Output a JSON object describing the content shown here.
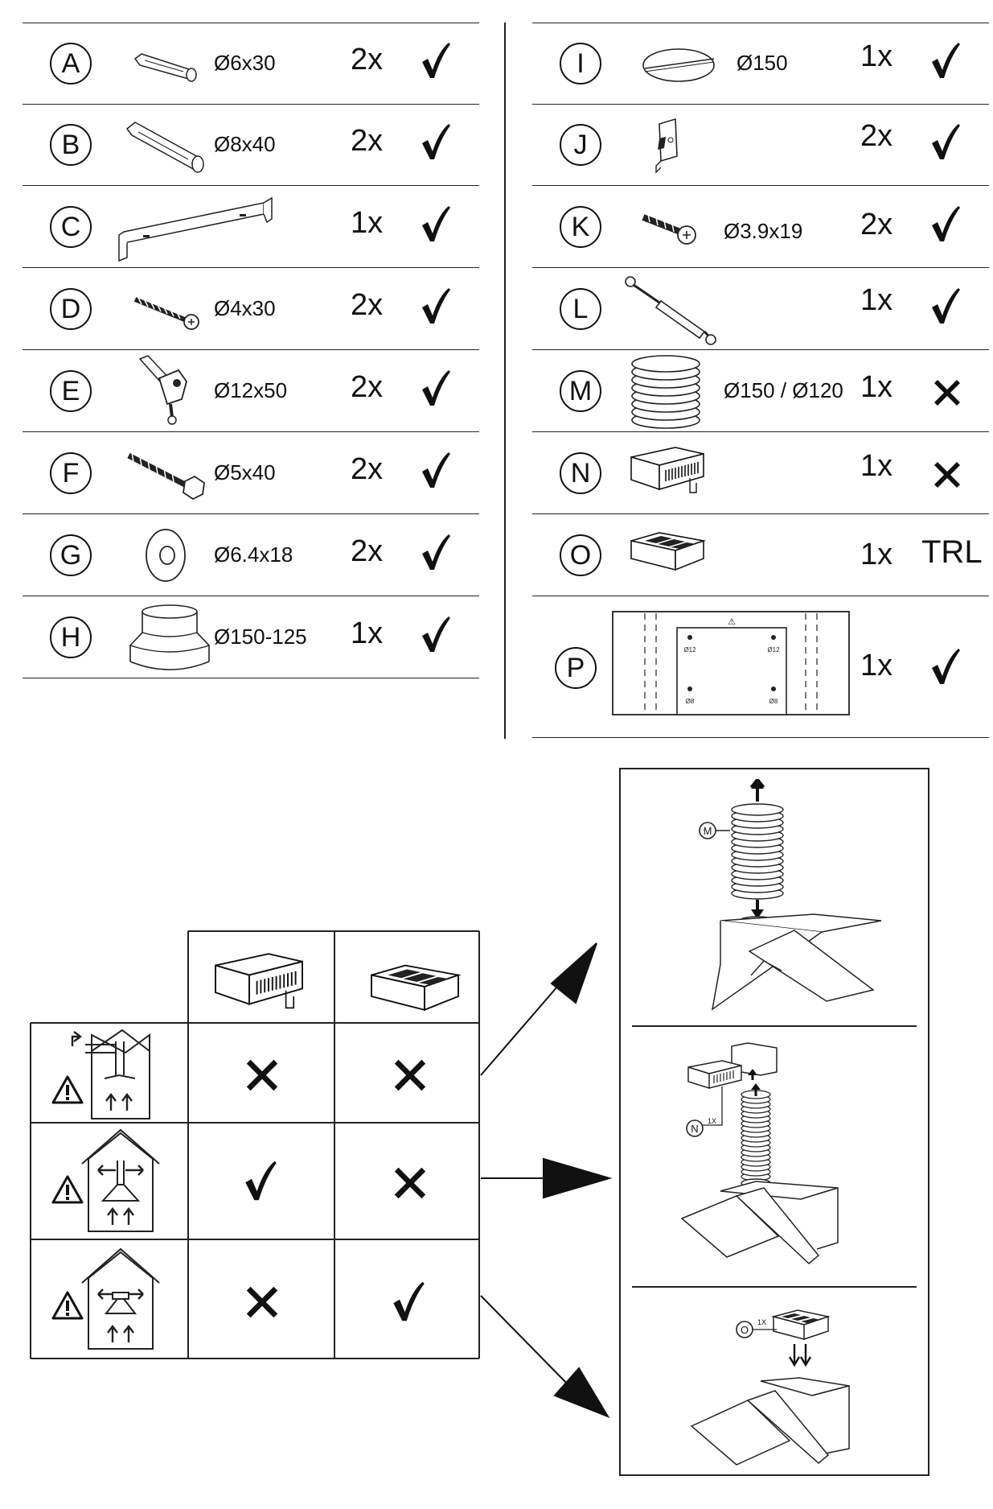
{
  "parts_left": [
    {
      "letter": "A",
      "icon": "wall-plug-small-icon",
      "dimension": "Ø6x30",
      "quantity": "2x",
      "status": "included"
    },
    {
      "letter": "B",
      "icon": "wall-plug-large-icon",
      "dimension": "Ø8x40",
      "quantity": "2x",
      "status": "included"
    },
    {
      "letter": "C",
      "icon": "mounting-bracket-icon",
      "dimension": "",
      "quantity": "1x",
      "status": "included"
    },
    {
      "letter": "D",
      "icon": "screw-icon",
      "dimension": "Ø4x30",
      "quantity": "2x",
      "status": "included"
    },
    {
      "letter": "E",
      "icon": "anchor-hook-icon",
      "dimension": "Ø12x50",
      "quantity": "2x",
      "status": "included"
    },
    {
      "letter": "F",
      "icon": "hex-lag-screw-icon",
      "dimension": "Ø5x40",
      "quantity": "2x",
      "status": "included"
    },
    {
      "letter": "G",
      "icon": "washer-icon",
      "dimension": "Ø6.4x18",
      "quantity": "2x",
      "status": "included"
    },
    {
      "letter": "H",
      "icon": "duct-adapter-icon",
      "dimension": "Ø150-125",
      "quantity": "1x",
      "status": "included"
    }
  ],
  "parts_right": [
    {
      "letter": "I",
      "icon": "flap-disc-icon",
      "dimension": "Ø150",
      "quantity": "1x",
      "status": "included"
    },
    {
      "letter": "J",
      "icon": "clip-icon",
      "dimension": "",
      "quantity": "2x",
      "status": "included"
    },
    {
      "letter": "K",
      "icon": "small-screw-icon",
      "dimension": "Ø3.9x19",
      "quantity": "2x",
      "status": "included"
    },
    {
      "letter": "L",
      "icon": "gas-strut-icon",
      "dimension": "",
      "quantity": "1x",
      "status": "included"
    },
    {
      "letter": "M",
      "icon": "flexible-duct-icon",
      "dimension": "Ø150 / Ø120",
      "quantity": "1x",
      "status": "not-included"
    },
    {
      "letter": "N",
      "icon": "carbon-filter-box-icon",
      "dimension": "",
      "quantity": "1x",
      "status": "not-included"
    },
    {
      "letter": "O",
      "icon": "recirculation-filter-icon",
      "dimension": "",
      "quantity": "1x",
      "status": "TRL"
    },
    {
      "letter": "P",
      "icon": "drilling-template-icon",
      "dimension": "",
      "quantity": "1x",
      "status": "included",
      "template": {
        "warning": "⚠",
        "holes_top": "Ø12",
        "holes_bottom": "Ø8"
      }
    }
  ],
  "config_table": {
    "column_icons": [
      "carbon-filter-box-icon",
      "recirculation-filter-icon"
    ],
    "rows": [
      {
        "icon": "ducted-exhaust-house-icon",
        "warning": "⚠",
        "cells": [
          "not-included",
          "not-included"
        ]
      },
      {
        "icon": "recirculation-house-icon",
        "warning": "⚠",
        "cells": [
          "included",
          "not-included"
        ]
      },
      {
        "icon": "recirculation-filter-house-icon",
        "warning": "⚠",
        "cells": [
          "not-included",
          "included"
        ]
      }
    ]
  },
  "installation_panels": [
    {
      "icon": "hood-ducted-install-icon",
      "callout": "M",
      "count": ""
    },
    {
      "icon": "hood-filter-n-install-icon",
      "callout": "N",
      "count": "1X"
    },
    {
      "icon": "hood-filter-o-install-icon",
      "callout": "O",
      "count": "1X"
    }
  ],
  "colors": {
    "ink": "#111111",
    "background": "#ffffff"
  }
}
